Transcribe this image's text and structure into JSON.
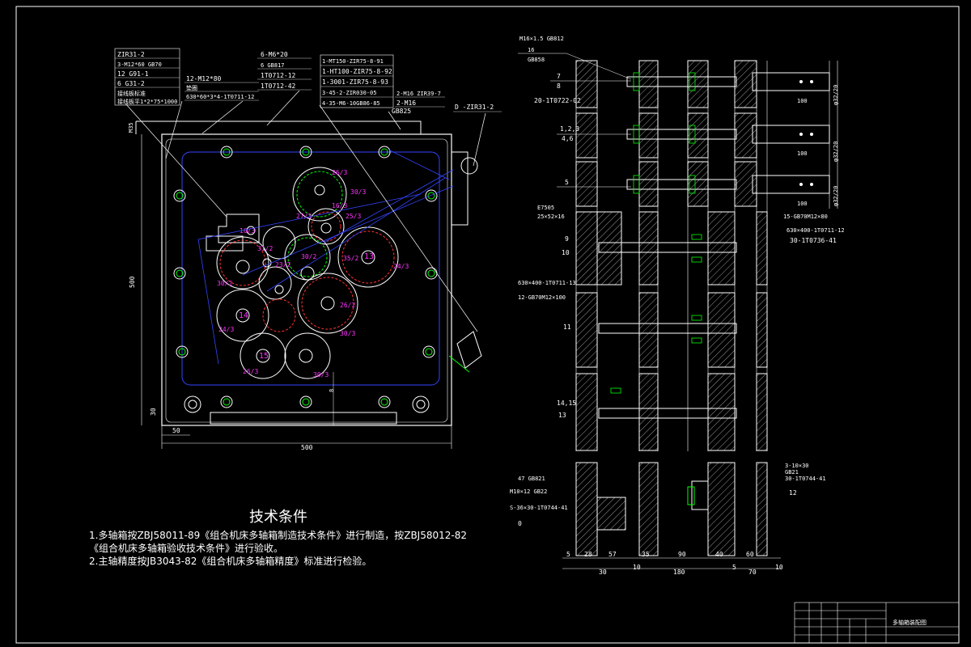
{
  "left_callouts": {
    "box1": [
      "ZIR31-2",
      "3-M12*60 GB70",
      "12 G91-1",
      "6 G31-2",
      "接线板标准",
      "接线板平1*2*75*1000"
    ],
    "box2": [
      "12-M12*80",
      "垫圈",
      "630*60*3*4-1T0711-12"
    ],
    "box3": [
      "6-M6*20",
      "6 GB817",
      "1T0712-12",
      "1T0712-42"
    ],
    "box4": [
      "1-MT150-ZIR75-8-91",
      "1-HT100-ZIR75-8-92",
      "1-3001-ZIR75-8-93",
      "3-45-2-ZIR030-05",
      "4-35-M6-10GB86-85"
    ],
    "box5": [
      "2-M16 ZIR39-7",
      "2-M16",
      "GB825"
    ],
    "label_d": "D -ZIR31-2"
  },
  "gears": [
    {
      "id": "g1",
      "label": "26/3"
    },
    {
      "id": "g2",
      "label": "30/3"
    },
    {
      "id": "g3",
      "label": "16/3"
    },
    {
      "id": "g4",
      "label": "27/3"
    },
    {
      "id": "g5",
      "label": "25/3"
    },
    {
      "id": "g6",
      "label": "13"
    },
    {
      "id": "g7",
      "label": "24/3"
    },
    {
      "id": "g8",
      "label": "35/2"
    },
    {
      "id": "g9",
      "label": "26/2"
    },
    {
      "id": "g10",
      "label": "30/2"
    },
    {
      "id": "g11",
      "label": "31/2"
    },
    {
      "id": "g12",
      "label": "14"
    },
    {
      "id": "g13",
      "label": "15"
    },
    {
      "id": "g14",
      "label": "24/3"
    },
    {
      "id": "g15",
      "label": "26/3"
    },
    {
      "id": "g16",
      "label": "30/3"
    },
    {
      "id": "g17",
      "label": "16/3"
    },
    {
      "id": "g18",
      "label": "23/2"
    },
    {
      "id": "g19",
      "label": "30/2"
    },
    {
      "id": "g20",
      "label": "30/3"
    }
  ],
  "dimensions": {
    "left_width": "500",
    "left_height": "500",
    "offset_50": "50",
    "offset_30": "30",
    "bottom_right": "8"
  },
  "right_callouts": {
    "top_box": [
      "M16×1.5 GB812",
      "16",
      "GB858"
    ],
    "shaft_7_8": [
      "7",
      "8"
    ],
    "label_20": "20-1T0722-02",
    "label_123_46": [
      "1,2,3",
      "4,6"
    ],
    "label_5": "5",
    "label_bearing": [
      "E7505",
      "25×52×16"
    ],
    "label_9_10": [
      "9",
      "10"
    ],
    "label_11": "11",
    "label_1415_13": [
      "14,15",
      "13"
    ],
    "label_630_1": "630×400-1T0711-13",
    "label_12m8": "12-GB70M12×100",
    "label_right_top": [
      "15-GB70M12×80",
      "630×400-1T0711-12",
      "30-1T0736-41"
    ],
    "label_47": "47 GB821",
    "label_m10": "M10×12 GB22",
    "label_z": "S-36×30-1T0744-41",
    "label_12": "12",
    "label_0": "0",
    "small_right": [
      "3-10×30",
      "GB21",
      "30-1T0744-41"
    ],
    "dims_bottom_top": [
      "5",
      "28",
      "57",
      "35",
      "90",
      "40",
      "60"
    ],
    "dims_bottom_bot": [
      "30",
      "10",
      "180",
      "5",
      "70",
      "10"
    ],
    "shaft_dims": [
      "100",
      "100",
      "100"
    ],
    "vertical_dims": [
      "φ32/20",
      "φ32/20",
      "φ32/20"
    ]
  },
  "tech_notes": {
    "title": "技术条件",
    "line1": "1.多轴箱按ZBJ58011-89《组合机床多轴箱制造技术条件》进行制造，按ZBJ58012-82",
    "line2": "《组合机床多轴箱验收技术条件》进行验收。",
    "line3": "2.主轴精度按JB3043-82《组合机床多轴箱精度》标准进行检验。"
  },
  "title_block": {
    "drawing_name": "多轴箱装配图"
  },
  "colors": {
    "background": "#000000",
    "line": "#ffffff",
    "gear_green": "#00ff00",
    "gear_red": "#ff3333",
    "blue": "#3344ff",
    "magenta": "#ff33ff",
    "yellow": "#ffff00"
  }
}
